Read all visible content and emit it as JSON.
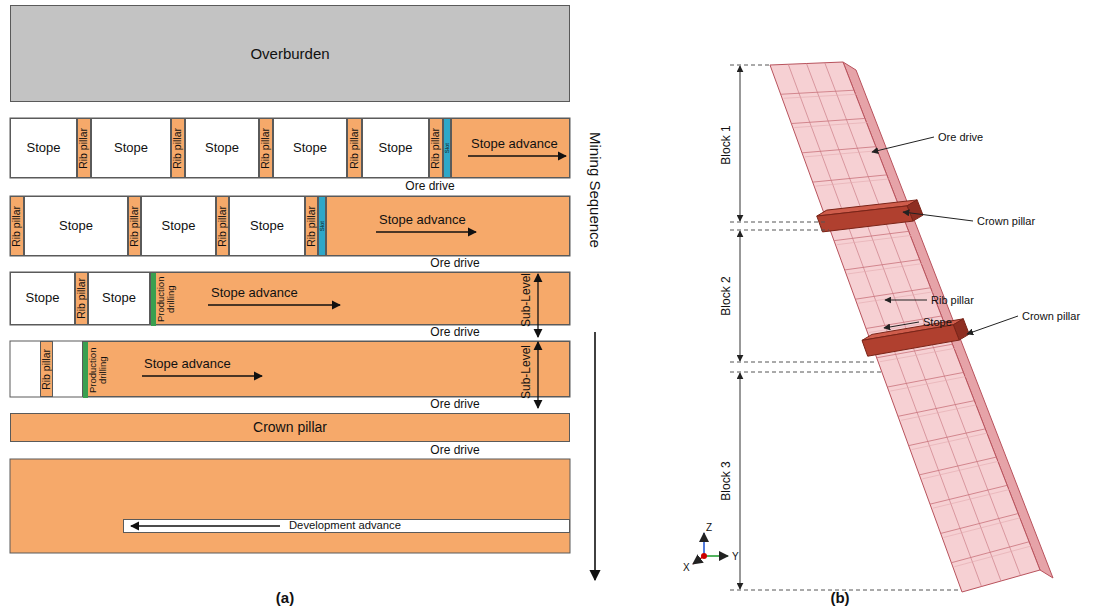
{
  "diagram": {
    "nodes": [
      {
        "text": [
          "Overburden"
        ]
      },
      {
        "text": [
          "Stope"
        ]
      },
      {
        "text": [
          "Rib pillar"
        ]
      },
      {
        "text": [
          "Stope"
        ]
      },
      {
        "text": [
          "Rib pillar"
        ]
      },
      {
        "text": [
          "Stope"
        ]
      },
      {
        "text": [
          "Rib pillar"
        ]
      },
      {
        "text": [
          "Stope"
        ]
      },
      {
        "text": [
          "Rib pillar"
        ]
      },
      {
        "text": [
          "Stope"
        ]
      },
      {
        "text": [
          "Rib pillar"
        ]
      },
      {
        "text": [
          "Slot"
        ]
      },
      {
        "text": [
          "Stope advance"
        ]
      },
      {
        "text": [
          "Rib pillar"
        ]
      },
      {
        "text": [
          "Stope"
        ]
      },
      {
        "text": [
          "Rib pillar"
        ]
      },
      {
        "text": [
          "Stope"
        ]
      },
      {
        "text": [
          "Rib pillar"
        ]
      },
      {
        "text": [
          "Stope"
        ]
      },
      {
        "text": [
          "Rib pillar"
        ]
      },
      {
        "text": [
          "Slot"
        ]
      },
      {
        "text": [
          "Stope advance"
        ]
      },
      {
        "text": [
          "Stope"
        ]
      },
      {
        "text": [
          "Rib pillar"
        ]
      },
      {
        "text": [
          "Stope"
        ]
      },
      {
        "text": [
          "Stope advance"
        ]
      },
      {
        "text": [
          "Production drilling"
        ],
        "in": 25
      },
      {
        "text": [
          "Rib pillar"
        ]
      },
      {
        "text": [
          "Stope advance"
        ]
      },
      {
        "text": [
          "Production drilling"
        ],
        "in": 28
      },
      {
        "text": [
          "Crown pillar"
        ]
      },
      {
        "text": [
          "Development advance"
        ]
      }
    ],
    "labels": [
      "Ore drive",
      "Sub-Level",
      "Ore drive",
      "Sub-Level",
      "Ore drive",
      "Ore drive",
      "Ore drive",
      "Mining Sequence",
      "(a)",
      "Block 1",
      "Ore drive",
      "Crown pillar",
      "Block 2",
      "Rib pillar",
      "Stope",
      "Crown pillar",
      "Block 3",
      "Z",
      "X",
      "Y",
      "(b)"
    ]
  }
}
